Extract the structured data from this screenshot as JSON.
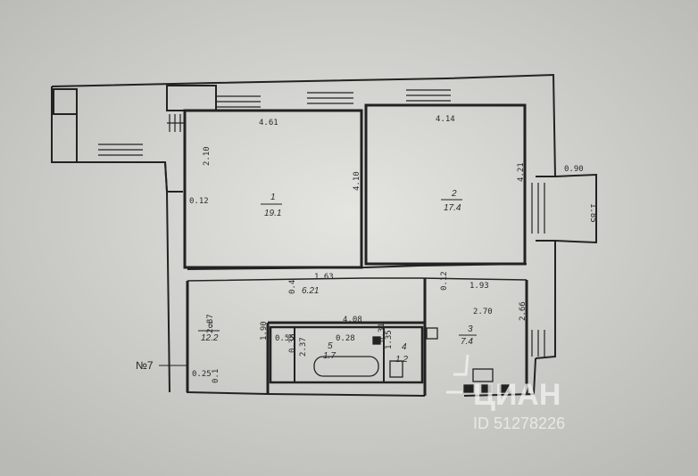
{
  "apartment_label": "№7",
  "rooms": [
    {
      "number": "1",
      "area": "19.1"
    },
    {
      "number": "2",
      "area": "17.4"
    },
    {
      "number": "3",
      "area": "7.4"
    },
    {
      "number": "4",
      "area": "1.2"
    },
    {
      "number": "5",
      "area": "1.7"
    },
    {
      "number": "6",
      "area": "12.2"
    }
  ],
  "corridor": {
    "label": "6.21"
  },
  "dimensions": {
    "room1_top": "4.61",
    "room1_left_upper": "2.10",
    "room1_left_lower": "0.12",
    "room1_right": "4.10",
    "room2_top": "4.14",
    "room2_right": "4.21",
    "balcony_width": "0.90",
    "balcony_depth": "1.85",
    "corridor_len": "1.63",
    "corridor_short": "0.4",
    "room3_top": "1.93",
    "room3_left": "0.12",
    "room3_mid": "2.70",
    "room3_right": "2.66",
    "bath_top": "4.08",
    "room6_left": "2.87",
    "room6_right": "1.90",
    "room6_bottom": "0.25",
    "room6_bottom2": "0.1",
    "bath_a": "0.55",
    "bath_b": "0.38",
    "bath_c": "2.37",
    "bath_d": "0.28",
    "wc_a": "0.31",
    "wc_b": "1.35"
  },
  "watermark": {
    "brand": "ЦИАН",
    "id": "ID 51278226"
  }
}
